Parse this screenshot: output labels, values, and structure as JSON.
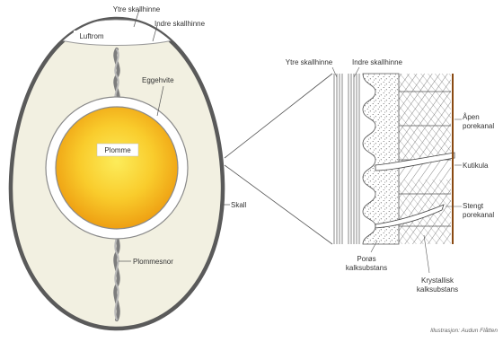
{
  "labels": {
    "ytre_skallhinne_egg": "Ytre skallhinne",
    "indre_skallhinne_egg": "Indre skallhinne",
    "luftrom": "Luftrom",
    "eggehvite": "Eggehvite",
    "plomme": "Plomme",
    "skall": "Skall",
    "plommesnor": "Plommesnor",
    "ytre_skallhinne_detail": "Ytre skallhinne",
    "indre_skallhinne_detail": "Indre skallhinne",
    "apen_line1": "Åpen",
    "apen_line2": "porekanal",
    "kutikula": "Kutikula",
    "stengt_line1": "Stengt",
    "stengt_line2": "porekanal",
    "poros_line1": "Porøs",
    "poros_line2": "kalksubstans",
    "krystallisk_line1": "Krystallisk",
    "krystallisk_line2": "kalksubstans"
  },
  "credit": "Illustrasjon: Audun Flåtten",
  "colors": {
    "shell": "#5a5a5a",
    "egg_white": "#f2f0e1",
    "yolk_center": "#fbe64c",
    "yolk_edge": "#f0a713",
    "membrane": "#7a7a7a",
    "pore_canal": "#ffffff"
  }
}
